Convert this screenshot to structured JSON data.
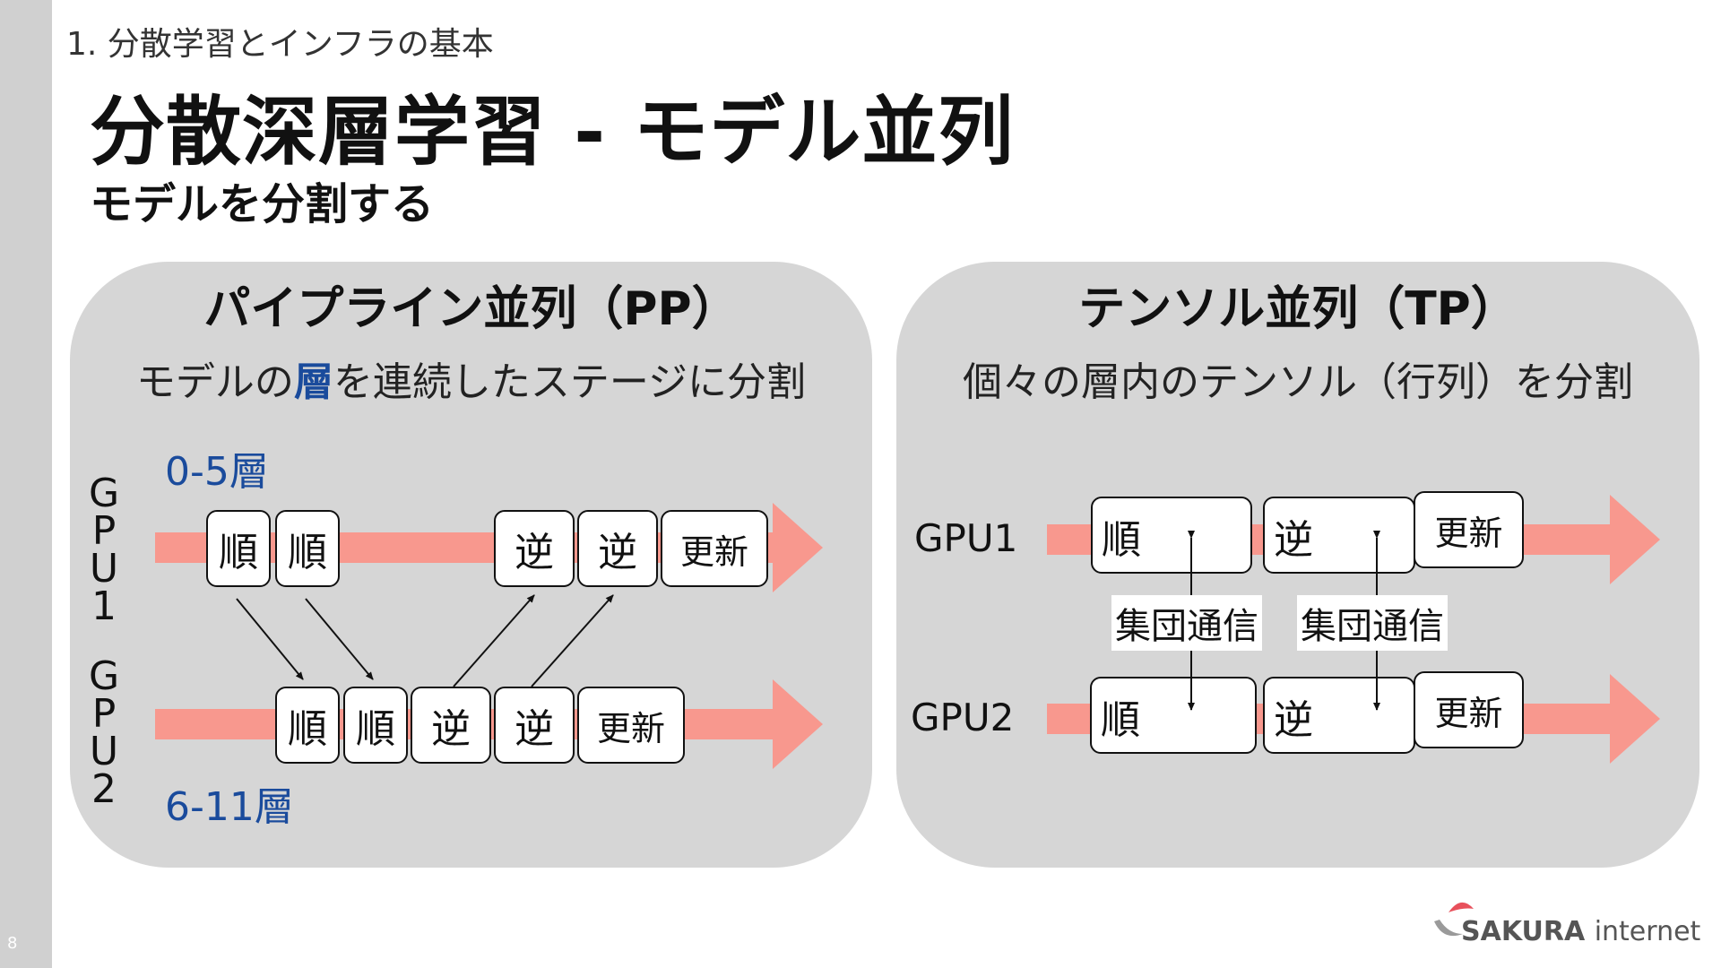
{
  "page": {
    "number": "8"
  },
  "breadcrumb": "1. 分散学習とインフラの基本",
  "title": "分散深層学習 - モデル並列",
  "subtitle": "モデルを分割する",
  "colors": {
    "accent_blue": "#1a4b9c",
    "band": "#f8988e",
    "panel": "#d6d6d6",
    "sidebar": "#d0d0d0"
  },
  "pp": {
    "title": "パイプライン並列（PP）",
    "desc_before": "モデルの",
    "desc_highlight": "層",
    "desc_after": "を連続したステージに分割",
    "gpu1_label": [
      "G",
      "P",
      "U",
      "1"
    ],
    "gpu2_label": [
      "G",
      "P",
      "U",
      "2"
    ],
    "gpu1_layers": "0-5層",
    "gpu2_layers": "6-11層",
    "gpu1_boxes": [
      "順",
      "順",
      "逆",
      "逆",
      "更新"
    ],
    "gpu2_boxes": [
      "順",
      "順",
      "逆",
      "逆",
      "更新"
    ]
  },
  "tp": {
    "title": "テンソル並列（TP）",
    "desc": "個々の層内のテンソル（行列）を分割",
    "gpu1_label": "GPU1",
    "gpu2_label": "GPU2",
    "gpu1_boxes": [
      "順",
      "逆",
      "更新"
    ],
    "gpu2_boxes": [
      "順",
      "逆",
      "更新"
    ],
    "comm_labels": [
      "集団通信",
      "集団通信"
    ]
  },
  "logo": {
    "brand": "SAKURA",
    "suffix": "internet",
    "icon": "sakura-logo-icon"
  }
}
